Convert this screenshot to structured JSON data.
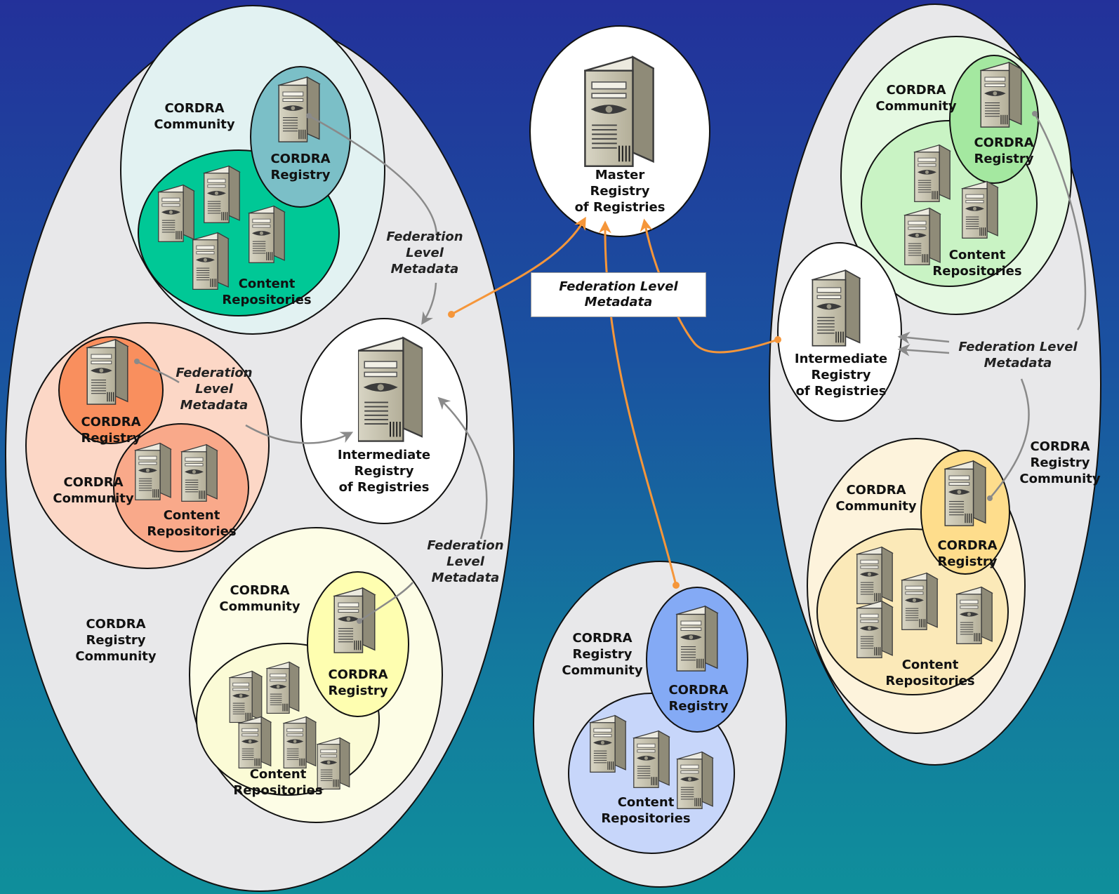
{
  "colors": {
    "background_top": "#23319a",
    "background_bottom": "#0f8f9b",
    "federation_arrow": "#f5963a",
    "metadata_arrow": "#8a8a8a",
    "teal_community": "#e2f2f2",
    "teal_registry": "#7bbfc7",
    "teal_repos": "#00c896",
    "orange_community": "#fcd7c6",
    "orange_registry": "#f98f5e",
    "orange_repos": "#f9a98a",
    "yellow_community": "#fdfde6",
    "yellow_registry": "#fefeb0",
    "yellow_repos": "#fbfbd6",
    "green_community": "#e5f9e2",
    "green_registry": "#a4e8a0",
    "green_repos": "#c9f3c4",
    "gold_community": "#fdf3dc",
    "gold_registry": "#fedd8c",
    "gold_repos": "#fbe9b8",
    "blue_registry": "#84aaf5",
    "blue_repos": "#c7d6fa",
    "registry_community": "#e8e8ea"
  },
  "icons": [
    "server-tower-icon"
  ],
  "master": {
    "label": "Master\nRegistry\nof Registries"
  },
  "center_box": {
    "label": "Federation Level\nMetadata"
  },
  "left": {
    "registry_community": "CORDRA\nRegistry\nCommunity",
    "intermediate": "Intermediate\nRegistry\nof Registries",
    "fed_top": "Federation\nLevel\nMetadata",
    "fed_mid": "Federation\nLevel\nMetadata",
    "fed_low": "Federation\nLevel\nMetadata",
    "teal": {
      "community": "CORDRA\nCommunity",
      "registry": "CORDRA\nRegistry",
      "repos": "Content\nRepositories"
    },
    "orange": {
      "community": "CORDRA\nCommunity",
      "registry": "CORDRA\nRegistry",
      "repos": "Content\nRepositories"
    },
    "yellow": {
      "community": "CORDRA\nCommunity",
      "registry": "CORDRA\nRegistry",
      "repos": "Content\nRepositories"
    }
  },
  "right": {
    "registry_community": "CORDRA\nRegistry\nCommunity",
    "intermediate": "Intermediate\nRegistry\nof Registries",
    "fed": "Federation Level\nMetadata",
    "green": {
      "community": "CORDRA\nCommunity",
      "registry": "CORDRA\nRegistry",
      "repos": "Content\nRepositories"
    },
    "gold": {
      "community": "CORDRA\nCommunity",
      "registry": "CORDRA\nRegistry",
      "repos": "Content\nRepositories"
    }
  },
  "bottom": {
    "registry_community": "CORDRA\nRegistry\nCommunity",
    "registry": "CORDRA\nRegistry",
    "repos": "Content\nRepositories"
  }
}
